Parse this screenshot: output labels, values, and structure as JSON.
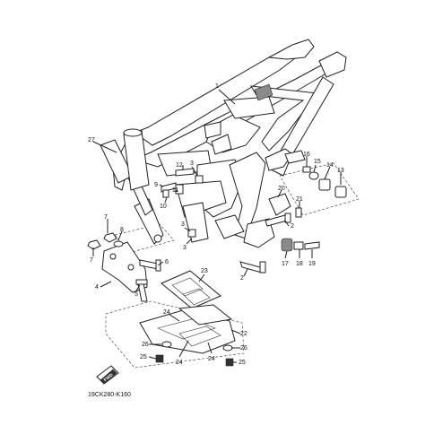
{
  "diagram": {
    "code": "19CK280-K160",
    "fwd_label": "FWD",
    "callouts": [
      "1",
      "2",
      "2",
      "3",
      "3",
      "3",
      "4",
      "5",
      "6",
      "7",
      "7",
      "8",
      "9",
      "10",
      "11",
      "12",
      "13",
      "14",
      "15",
      "16",
      "17",
      "18",
      "19",
      "20",
      "21",
      "22",
      "23",
      "24",
      "24",
      "24",
      "25",
      "25",
      "26",
      "26",
      "27"
    ]
  }
}
